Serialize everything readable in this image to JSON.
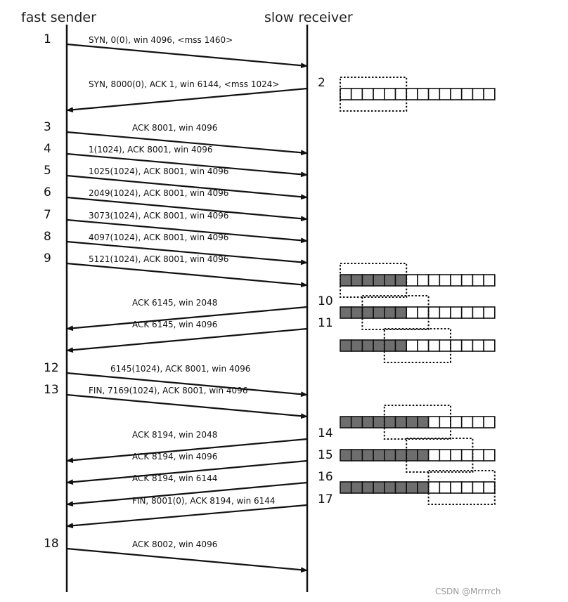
{
  "headers": {
    "sender": "fast sender",
    "receiver": "slow receiver"
  },
  "colors": {
    "line": "#111111",
    "filled": "#6e6e6e",
    "empty": "#ffffff"
  },
  "segments": [
    {
      "dir": "right",
      "num": "1",
      "num_side": "left",
      "label": "SYN, 0(0), win 4096, <mss 1460>"
    },
    {
      "dir": "left",
      "num": "2",
      "num_side": "right",
      "label": "SYN, 8000(0), ACK 1, win 6144, <mss 1024>"
    },
    {
      "dir": "right",
      "num": "3",
      "num_side": "left",
      "label": "ACK 8001, win 4096"
    },
    {
      "dir": "right",
      "num": "4",
      "num_side": "left",
      "label": "1(1024), ACK 8001, win 4096"
    },
    {
      "dir": "right",
      "num": "5",
      "num_side": "left",
      "label": "1025(1024), ACK 8001, win 4096"
    },
    {
      "dir": "right",
      "num": "6",
      "num_side": "left",
      "label": "2049(1024), ACK 8001, win 4096"
    },
    {
      "dir": "right",
      "num": "7",
      "num_side": "left",
      "label": "3073(1024), ACK 8001, win 4096"
    },
    {
      "dir": "right",
      "num": "8",
      "num_side": "left",
      "label": "4097(1024), ACK 8001, win 4096"
    },
    {
      "dir": "right",
      "num": "9",
      "num_side": "left",
      "label": "5121(1024), ACK 8001, win 4096"
    },
    {
      "dir": "left",
      "num": "10",
      "num_side": "right",
      "label": "ACK 6145, win 2048"
    },
    {
      "dir": "left",
      "num": "11",
      "num_side": "right",
      "label": "ACK 6145, win 4096"
    },
    {
      "dir": "right",
      "num": "12",
      "num_side": "left",
      "label": "6145(1024), ACK 8001, win 4096"
    },
    {
      "dir": "right",
      "num": "13",
      "num_side": "left",
      "label": "FIN, 7169(1024), ACK 8001, win 4096"
    },
    {
      "dir": "left",
      "num": "14",
      "num_side": "right",
      "label": "ACK 8194, win 2048"
    },
    {
      "dir": "left",
      "num": "15",
      "num_side": "right",
      "label": "ACK 8194, win 4096"
    },
    {
      "dir": "left",
      "num": "16",
      "num_side": "right",
      "label": "ACK 8194, win 6144"
    },
    {
      "dir": "left",
      "num": "17",
      "num_side": "right",
      "label": "FIN, 8001(0), ACK 8194, win 6144"
    },
    {
      "dir": "right",
      "num": "18",
      "num_side": "left",
      "label": "ACK 8002, win 4096"
    }
  ],
  "buffers": [
    {
      "filled": 0,
      "window_start": 0,
      "window_size": 6
    },
    {
      "filled": 6,
      "window_start": 0,
      "window_size": 6
    },
    {
      "filled": 6,
      "window_start": 2,
      "window_size": 6
    },
    {
      "filled": 6,
      "window_start": 4,
      "window_size": 6
    },
    {
      "filled": 8,
      "window_start": 4,
      "window_size": 6
    },
    {
      "filled": 8,
      "window_start": 6,
      "window_size": 6
    },
    {
      "filled": 8,
      "window_start": 8,
      "window_size": 6
    }
  ],
  "buffer_cells": 14,
  "watermark": "CSDN @Mrrrrch"
}
